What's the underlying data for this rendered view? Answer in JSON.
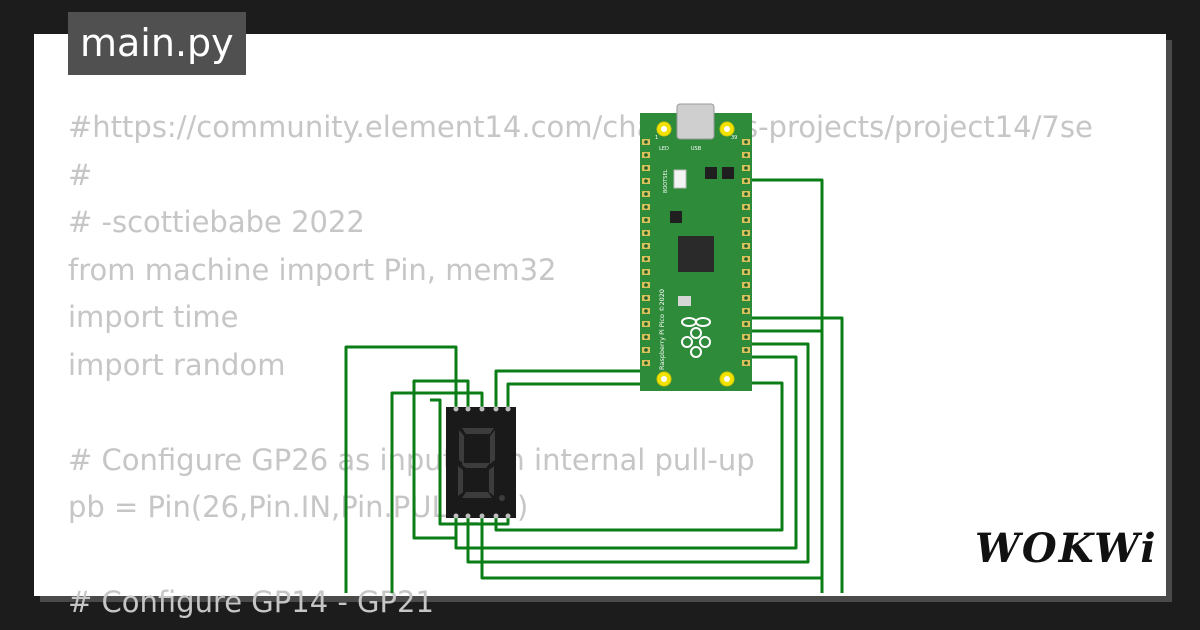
{
  "tab": {
    "filename": "main.py"
  },
  "code_lines": [
    "#https://community.element14.com/challenges-projects/project14/7se",
    "#",
    "# -scottiebabe 2022",
    "from machine import Pin, mem32",
    "import time",
    "import random",
    "",
    "# Configure GP26 as input with internal pull-up",
    "pb = Pin(26,Pin.IN,Pin.PULL_UP)",
    "",
    "# Configure GP14 - GP21"
  ],
  "board": {
    "name": "Raspberry Pi Pico ©2020",
    "usb_label": "USB",
    "led_label": "LED",
    "bootsel_label": "BOOTSEL",
    "pin_1": "1",
    "pin_39": "39",
    "color": "#2e8b3a"
  },
  "display": {
    "type": "7-segment",
    "digit": "8",
    "lit": false,
    "color": "#1a1a1a"
  },
  "wire_color": "#0a7d16",
  "brand": {
    "logo": "WOKWi"
  }
}
